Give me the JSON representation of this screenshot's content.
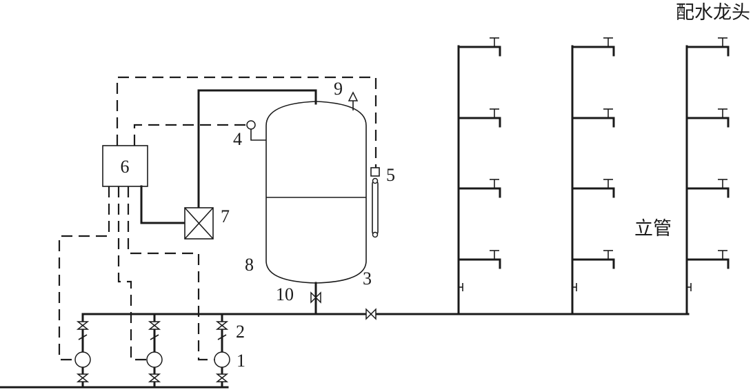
{
  "labels": {
    "pump": "1",
    "check_valve": "2",
    "tank": "3",
    "pressure_switch": "4",
    "level_gauge": "5",
    "controller": "6",
    "compressor": "7",
    "tank_bottom": "8",
    "vent": "9",
    "drain_valve": "10",
    "riser": "立管",
    "faucet": "配水龙头"
  }
}
